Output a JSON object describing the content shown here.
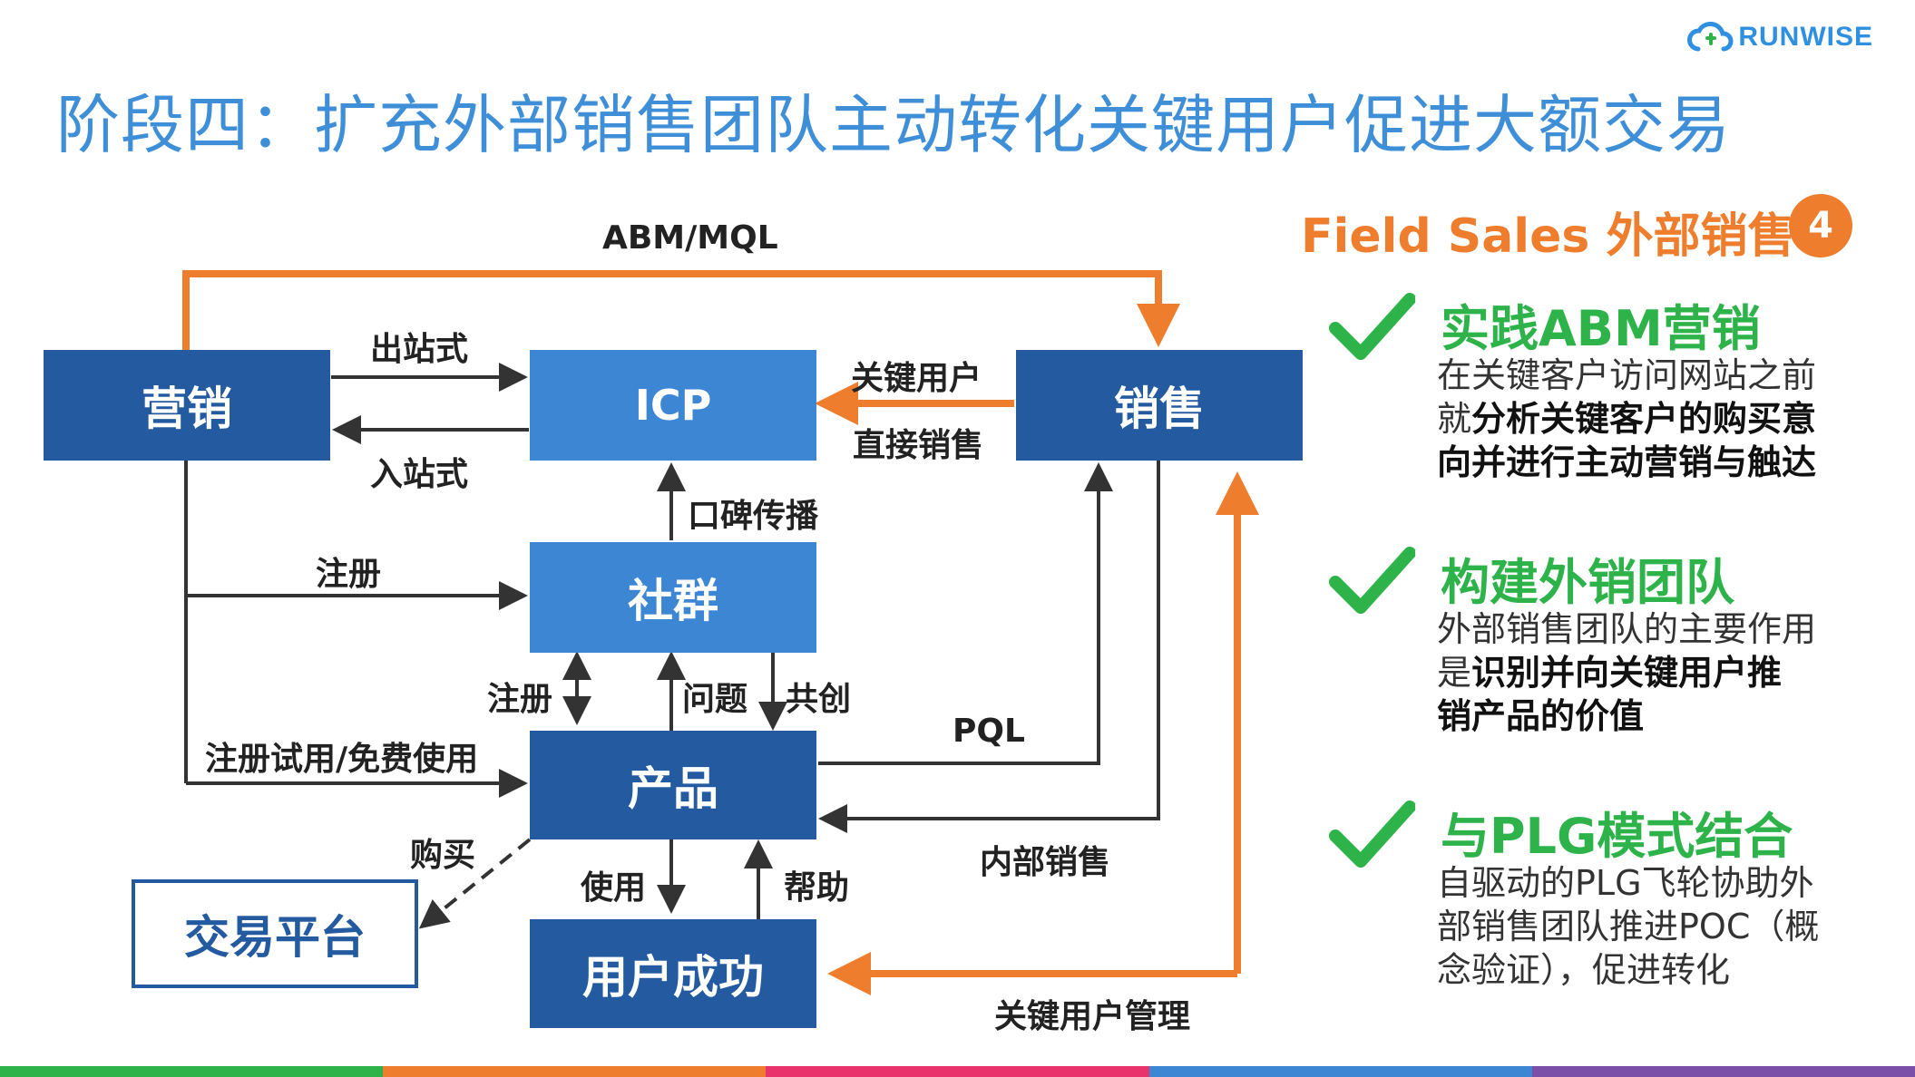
{
  "title": "阶段四：扩充外部销售团队主动转化关键用户促进大额交易",
  "logo": {
    "text": "RUNWISE",
    "icon": "cloud-link-icon"
  },
  "diagram": {
    "nodes": {
      "marketing": "营销",
      "icp": "ICP",
      "sales": "销售",
      "community": "社群",
      "product": "产品",
      "user_success": "用户成功",
      "trading_platform": "交易平台"
    },
    "labels": {
      "abm_mql": "ABM/MQL",
      "outbound": "出站式",
      "inbound": "入站式",
      "key_user": "关键用户",
      "direct_sales": "直接销售",
      "word_of_mouth": "口碑传播",
      "register_community": "注册",
      "register_product": "注册",
      "question": "问题",
      "co_create": "共创",
      "trial": "注册试用/免费使用",
      "pql": "PQL",
      "purchase": "购买",
      "use": "使用",
      "help": "帮助",
      "internal_sales": "内部销售",
      "key_user_mgmt": "关键用户管理"
    },
    "colors": {
      "dark_box": "#245aa0",
      "light_box": "#3d86d4",
      "orange": "#ee7d2e",
      "arrow": "#333333"
    }
  },
  "panel": {
    "heading": "Field Sales 外部销售",
    "badge": "4",
    "features": [
      {
        "title": "实践ABM营销",
        "lines": [
          [
            {
              "t": "在关键客户访问网站之前",
              "b": false
            }
          ],
          [
            {
              "t": "就",
              "b": false
            },
            {
              "t": "分析关键客户的购买意",
              "b": true
            }
          ],
          [
            {
              "t": "向并进行主动营销与触达",
              "b": true
            }
          ]
        ]
      },
      {
        "title": "构建外销团队",
        "lines": [
          [
            {
              "t": "外部销售团队的主要作用",
              "b": false
            }
          ],
          [
            {
              "t": "是",
              "b": false
            },
            {
              "t": "识别并向关键用户推",
              "b": true
            }
          ],
          [
            {
              "t": "销产品的价值",
              "b": true
            }
          ]
        ]
      },
      {
        "title": "与PLG模式结合",
        "lines": [
          [
            {
              "t": "自驱动的PLG飞轮协助外",
              "b": false
            }
          ],
          [
            {
              "t": "部销售团队推进POC（概",
              "b": false
            }
          ],
          [
            {
              "t": "念验证），促进转化",
              "b": false
            }
          ]
        ]
      }
    ],
    "check_color": "#2db34a"
  },
  "bottom_bar_colors": [
    "#2db34a",
    "#ee7d2e",
    "#e8336d",
    "#3d86d4",
    "#7b4fa8"
  ]
}
